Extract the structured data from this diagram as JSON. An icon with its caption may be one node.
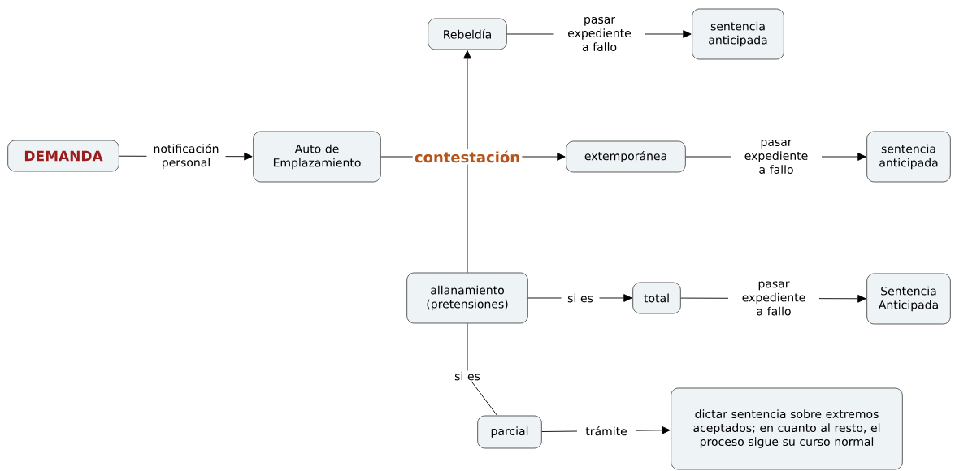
{
  "diagram": {
    "nodes": [
      {
        "text": [
          "DEMANDA"
        ]
      },
      {
        "text": [
          "Auto de Emplazamiento"
        ]
      },
      {
        "text": [
          "contestación"
        ]
      },
      {
        "text": [
          "Rebeldía"
        ]
      },
      {
        "text": [
          "sentencia anticipada"
        ]
      },
      {
        "text": [
          "extemporánea"
        ]
      },
      {
        "text": [
          "sentencia anticipada"
        ]
      },
      {
        "text": [
          "allanamiento (pretensiones)"
        ]
      },
      {
        "text": [
          "total"
        ]
      },
      {
        "text": [
          "Sentencia Anticipada"
        ]
      },
      {
        "text": [
          "parcial"
        ]
      },
      {
        "text": [
          "dictar sentencia sobre extremos aceptados; en cuanto al resto, el proceso sigue su curso normal"
        ]
      }
    ],
    "edges": [
      {
        "from": 0,
        "to": 1,
        "arrow": "to",
        "label": "notificación personal"
      },
      {
        "from": 1,
        "to": 2,
        "arrow": "none"
      },
      {
        "from": 2,
        "to": 3,
        "arrow": "to"
      },
      {
        "from": 2,
        "to": 5,
        "arrow": "to"
      },
      {
        "from": 2,
        "to": 7,
        "arrow": "none"
      },
      {
        "from": 3,
        "to": 4,
        "arrow": "to",
        "label": "pasar expediente a fallo"
      },
      {
        "from": 5,
        "to": 6,
        "arrow": "to",
        "label": "pasar expediente a fallo"
      },
      {
        "from": 7,
        "to": 8,
        "arrow": "to",
        "label": "si es"
      },
      {
        "from": 8,
        "to": 9,
        "arrow": "to",
        "label": "pasar expediente a fallo"
      },
      {
        "from": 7,
        "to": 10,
        "arrow": "none",
        "label": "si es"
      },
      {
        "from": 10,
        "to": 11,
        "arrow": "to",
        "label": "trámite"
      }
    ]
  }
}
